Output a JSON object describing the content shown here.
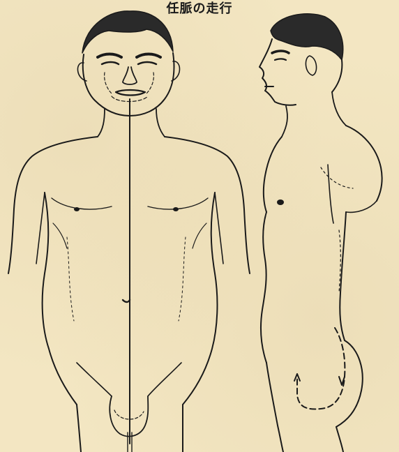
{
  "title": "任脈の走行",
  "colors": {
    "paper": "#f3e6c2",
    "ink": "#1a1a1a"
  },
  "figures": [
    {
      "name": "front-view-body",
      "view": "anterior"
    },
    {
      "name": "side-view-body",
      "view": "lateral"
    }
  ],
  "meridian": {
    "name": "任脈",
    "style": "center-line and dashed path"
  }
}
